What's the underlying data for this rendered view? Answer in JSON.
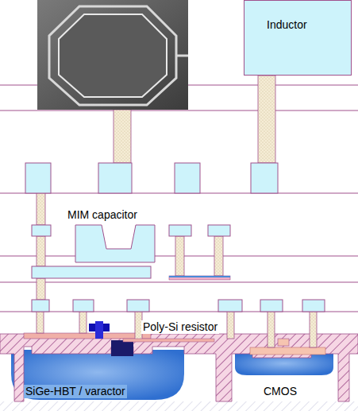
{
  "diagram": {
    "nodes": [
      {
        "text": [
          "Inductor"
        ]
      }
    ],
    "labels": [
      "MIM capacitor",
      "Poly-Si resistor",
      "SiGe-HBT / varactor",
      "CMOS"
    ]
  }
}
